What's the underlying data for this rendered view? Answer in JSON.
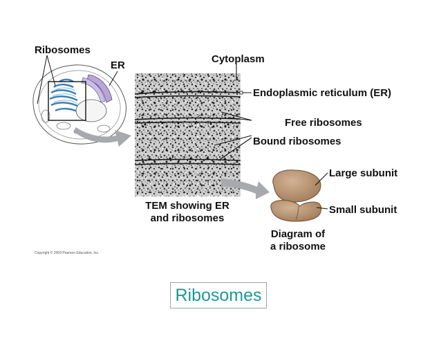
{
  "labels": {
    "ribosomes_cell": "Ribosomes",
    "er": "ER",
    "cytoplasm": "Cytoplasm",
    "endoplasmic_reticulum": "Endoplasmic reticulum (ER)",
    "free_ribosomes": "Free ribosomes",
    "bound_ribosomes": "Bound ribosomes",
    "large_subunit": "Large subunit",
    "small_subunit": "Small subunit",
    "tem_line1": "TEM showing ER",
    "tem_line2": "and ribosomes",
    "diagram_line1": "Diagram of",
    "diagram_line2": "a ribosome"
  },
  "copyright": "Copyright © 2009 Pearson Education, Inc.",
  "title": "Ribosomes",
  "colors": {
    "title": "#1a9a96",
    "er_blue": "#3a7fb5",
    "ribosome_tan": "#b89270",
    "arrow_gray": "#a7a9ac"
  }
}
